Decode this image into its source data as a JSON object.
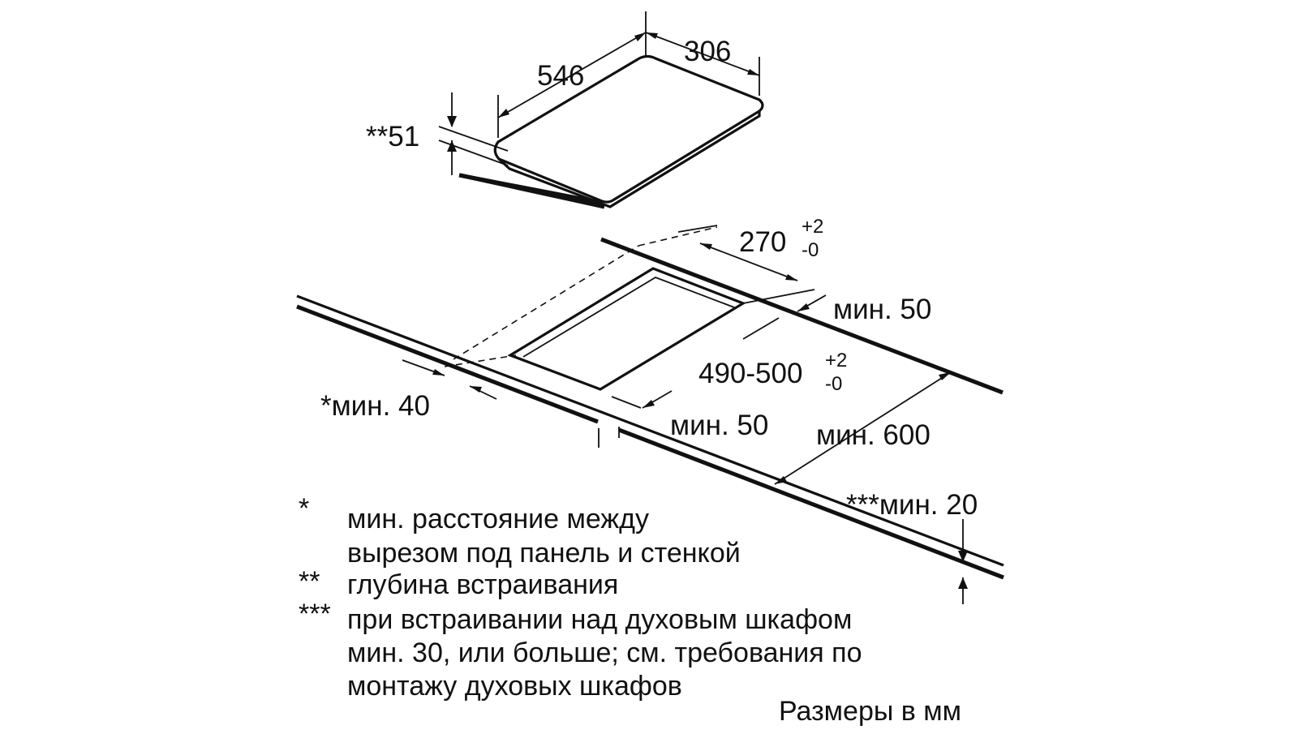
{
  "dimensions": {
    "top_length": "546",
    "top_width": "306",
    "depth": "**51",
    "cutout_width_base": "270",
    "cutout_width_plus": "+2",
    "cutout_width_minus": "-0",
    "cutout_length_base": "490-500",
    "cutout_length_plus": "+2",
    "cutout_length_minus": "-0",
    "min_back": "мин. 50",
    "min_side": "мин. 50",
    "min_wall": "*мин. 40",
    "min_depth_600": "мин. 600",
    "min_oven": "***мин. 20"
  },
  "notes": {
    "n1_mark": "*",
    "n1_line1": "мин. расстояние между",
    "n1_line2": "вырезом под панель и стенкой",
    "n2_mark": "**",
    "n2_line1": "глубина встраивания",
    "n3_mark": "***",
    "n3_line1": "при встраивании над духовым шкафом",
    "n3_line2": "мин. 30, или больше; см. требования по",
    "n3_line3": "монтажу духовых шкафов"
  },
  "units_label": "Размеры в мм"
}
